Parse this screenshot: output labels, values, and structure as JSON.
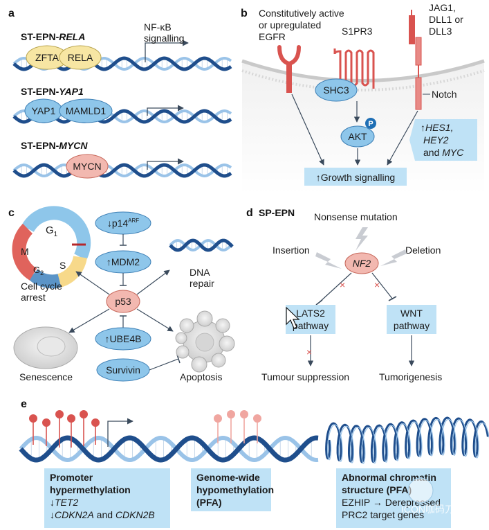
{
  "panel_letters": {
    "a": "a",
    "b": "b",
    "c": "c",
    "d": "d",
    "e": "e"
  },
  "colors": {
    "dna_dark": "#1f4e8c",
    "dna_light": "#9ac3e8",
    "oval_blue": "#8ec6ea",
    "oval_yellow": "#f7e6a3",
    "oval_pink": "#f2b8b0",
    "box_blue": "#bfe2f6",
    "receptor_red": "#d9534f",
    "membrane": "#e8e8e8"
  },
  "panel_a": {
    "rela": {
      "title_prefix": "ST-EPN-",
      "title_gene": "RELA",
      "p1": "ZFTA",
      "p2": "RELA",
      "signal": "NF-κB",
      "signal2": "signalling"
    },
    "yap1": {
      "title_prefix": "ST-EPN-",
      "title_gene": "YAP1",
      "p1": "YAP1",
      "p2": "MAMLD1"
    },
    "mycn": {
      "title_prefix": "ST-EPN-",
      "title_gene": "MYCN",
      "p1": "MYCN"
    }
  },
  "panel_b": {
    "egfr_1": "Constitutively active",
    "egfr_2": "or upregulated",
    "egfr_3": "EGFR",
    "s1pr3": "S1PR3",
    "jag_1": "JAG1,",
    "jag_2": "DLL1 or",
    "jag_3": "DLL3",
    "notch": "Notch",
    "shc3": "SHC3",
    "p": "P",
    "akt": "AKT",
    "hes_arrow": "↑",
    "hes_1": "HES1,",
    "hes_2": "HEY2",
    "hes_3": "and",
    "hes_4": "MYC",
    "growth": "↑Growth signalling"
  },
  "panel_c": {
    "g1": "G",
    "g1_sub": "1",
    "m": "M",
    "g2": "G",
    "g2_sub": "2",
    "s": "S",
    "arrest_1": "Cell cycle",
    "arrest_2": "arrest",
    "p14": "↓p14",
    "p14_sup": "ARF",
    "mdm2": "↑MDM2",
    "p53": "p53",
    "ube4b": "↑UBE4B",
    "survivin": "Survivin",
    "dna_1": "DNA",
    "dna_2": "repair",
    "senescence": "Senescence",
    "apoptosis": "Apoptosis"
  },
  "panel_d": {
    "title": "SP-EPN",
    "nonsense": "Nonsense mutation",
    "insertion": "Insertion",
    "deletion": "Deletion",
    "nf2": "NF2",
    "lats_1": "LATS2",
    "lats_2": "pathway",
    "wnt_1": "WNT",
    "wnt_2": "pathway",
    "tumour_suppression": "Tumour suppression",
    "tumorigenesis": "Tumorigenesis"
  },
  "panel_e": {
    "box1_1": "Promoter",
    "box1_2": "hypermethylation",
    "box1_3a": "↓",
    "box1_3b": "TET2",
    "box1_4a": "↓",
    "box1_4b": "CDKN2A",
    "box1_4c": " and ",
    "box1_4d": "CDKN2B",
    "box2_1": "Genome-wide",
    "box2_2": "hypomethylation",
    "box2_3": "(PFA)",
    "box3_1": "Abnormal chromatin",
    "box3_2": "structure (PFA)",
    "box3_3": "EZHIP → Derepressed",
    "box3_4": "PRC2 target genes"
  },
  "watermark": "ICON咖码刀"
}
